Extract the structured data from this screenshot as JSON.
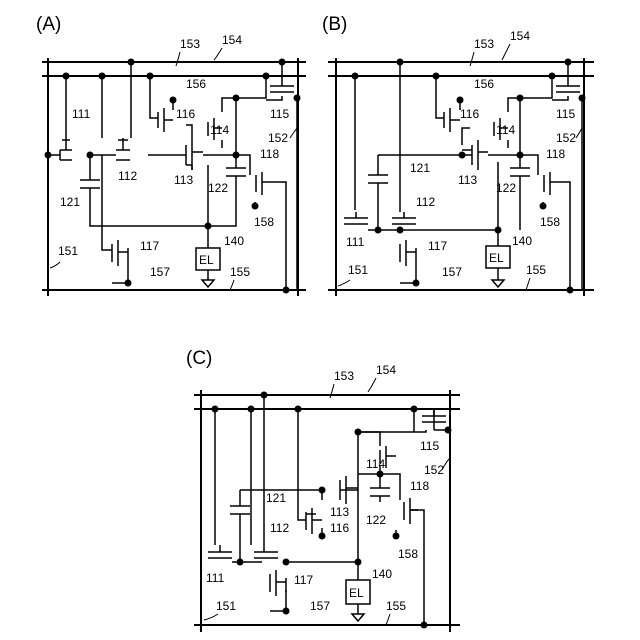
{
  "panels": {
    "a": {
      "title": "(A)",
      "labels": {
        "l153": "153",
        "l154": "154",
        "l156": "156",
        "l111": "111",
        "l116": "116",
        "l114": "114",
        "l115": "115",
        "l152": "152",
        "l118": "118",
        "l112": "112",
        "l113": "113",
        "l121": "121",
        "l122": "122",
        "l158": "158",
        "l117": "117",
        "l140": "140",
        "l151": "151",
        "l155": "155",
        "l157": "157",
        "el": "EL"
      }
    },
    "b": {
      "title": "(B)",
      "labels": {
        "l153": "153",
        "l154": "154",
        "l156": "156",
        "l116": "116",
        "l114": "114",
        "l115": "115",
        "l152": "152",
        "l121": "121",
        "l118": "118",
        "l113": "113",
        "l122": "122",
        "l112": "112",
        "l158": "158",
        "l111": "111",
        "l117": "117",
        "l140": "140",
        "l151": "151",
        "l155": "155",
        "l157": "157",
        "el": "EL"
      }
    },
    "c": {
      "title": "(C)",
      "labels": {
        "l153": "153",
        "l154": "154",
        "l115": "115",
        "l114": "114",
        "l152": "152",
        "l118": "118",
        "l121": "121",
        "l113": "113",
        "l116": "116",
        "l122": "122",
        "l112": "112",
        "l158": "158",
        "l111": "111",
        "l117": "117",
        "l140": "140",
        "l151": "151",
        "l157": "157",
        "l155": "155",
        "el": "EL"
      }
    }
  }
}
